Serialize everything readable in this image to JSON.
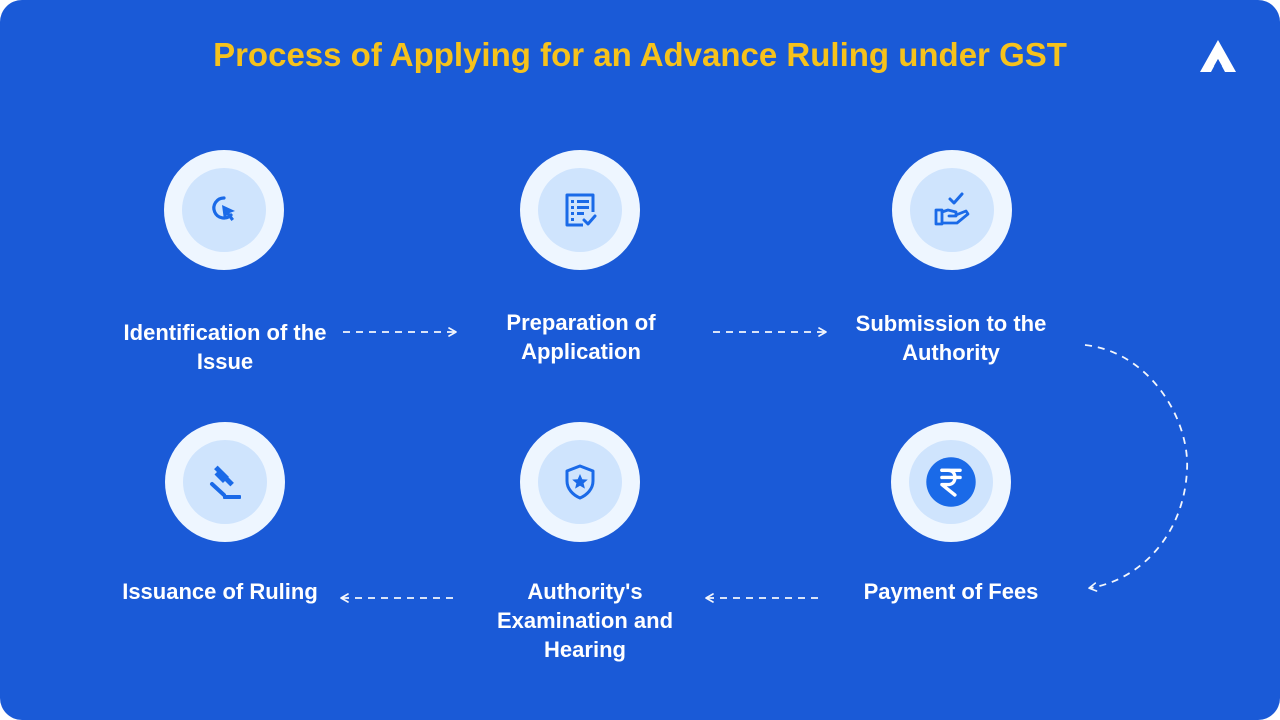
{
  "title": "Process of Applying for an Advance Ruling under GST",
  "colors": {
    "background": "#1a5ad7",
    "title": "#f6c21c",
    "icon": "#1a6ae8",
    "circle_outer": "#eef6ff",
    "circle_inner": "#cfe4fd",
    "label": "#ffffff"
  },
  "steps": [
    {
      "label": "Identification of the Issue",
      "icon": "cursor-click-icon"
    },
    {
      "label": "Preparation of Application",
      "icon": "document-checklist-icon"
    },
    {
      "label": "Submission to the Authority",
      "icon": "hand-check-icon"
    },
    {
      "label": "Payment of Fees",
      "icon": "rupee-coin-icon"
    },
    {
      "label": "Authority's Examination and Hearing",
      "icon": "shield-star-icon"
    },
    {
      "label": "Issuance of Ruling",
      "icon": "gavel-icon"
    }
  ]
}
